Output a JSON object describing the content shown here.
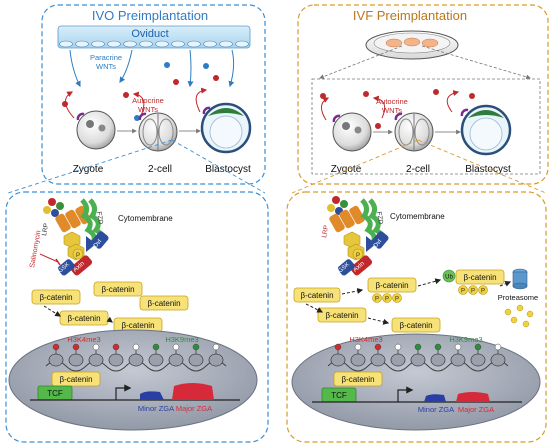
{
  "ivo": {
    "title": "IVO Preimplantation",
    "oviduct": "Oviduct",
    "paracrine_line1": "Paracrine",
    "paracrine_line2": "WNTs",
    "autocrine_line1": "Autocrine",
    "autocrine_line2": "WNTs",
    "stage_zygote": "Zygote",
    "stage_2cell": "2-cell",
    "stage_blastocyst": "Blastocyst",
    "cytomembrane": "Cytomembrane",
    "salinomycin": "Salinomycin",
    "lrp": "LRP",
    "fzd": "FZD",
    "dvl": "Dvl",
    "axin": "Axin",
    "gsk": "GSK",
    "p": "P",
    "beta_catenin": "β-catenin",
    "h3k4me3": "H3K4me3",
    "h3k9me3": "H3K9me3",
    "tcf": "TCF",
    "minor_zga": "Minor ZGA",
    "major_zga": "Major ZGA"
  },
  "ivf": {
    "title": "IVF Preimplantation",
    "autocrine_line1": "Autocrine",
    "autocrine_line2": "WNTs",
    "stage_zygote": "Zygote",
    "stage_2cell": "2-cell",
    "stage_blastocyst": "Blastocyst",
    "cytomembrane": "Cytomembrane",
    "lrp": "LRP",
    "fzd": "FZD",
    "dvl": "Dvl",
    "axin": "Axin",
    "gsk": "GSK",
    "p": "P",
    "ub": "Ub",
    "beta_catenin": "β-catenin",
    "proteasome": "Proteasome",
    "h3k4me3": "H3K4me3",
    "h3k9me3": "H3K9me3",
    "tcf": "TCF",
    "minor_zga": "Minor ZGA",
    "major_zga": "Major ZGA"
  },
  "colors": {
    "ivo_frame": "#3a8fd6",
    "ivf_frame": "#d99a2b",
    "ivo_title": "#2f7cc4",
    "ivf_title": "#b9771a",
    "beta_box_fill": "#f7e27a",
    "beta_box_stroke": "#c9a21a",
    "nucleus": "#a7adb9",
    "h3k4_text": "#d22b2b",
    "h3k9_text": "#2a8f3a",
    "tcf": "#55b84a",
    "minor_zga": "#2a3fa3",
    "major_zga": "#d62a3a",
    "wnt_red": "#c0282c",
    "arrow_blue": "#2f7cc4",
    "oviduct_fill": "#bfe0f4"
  }
}
